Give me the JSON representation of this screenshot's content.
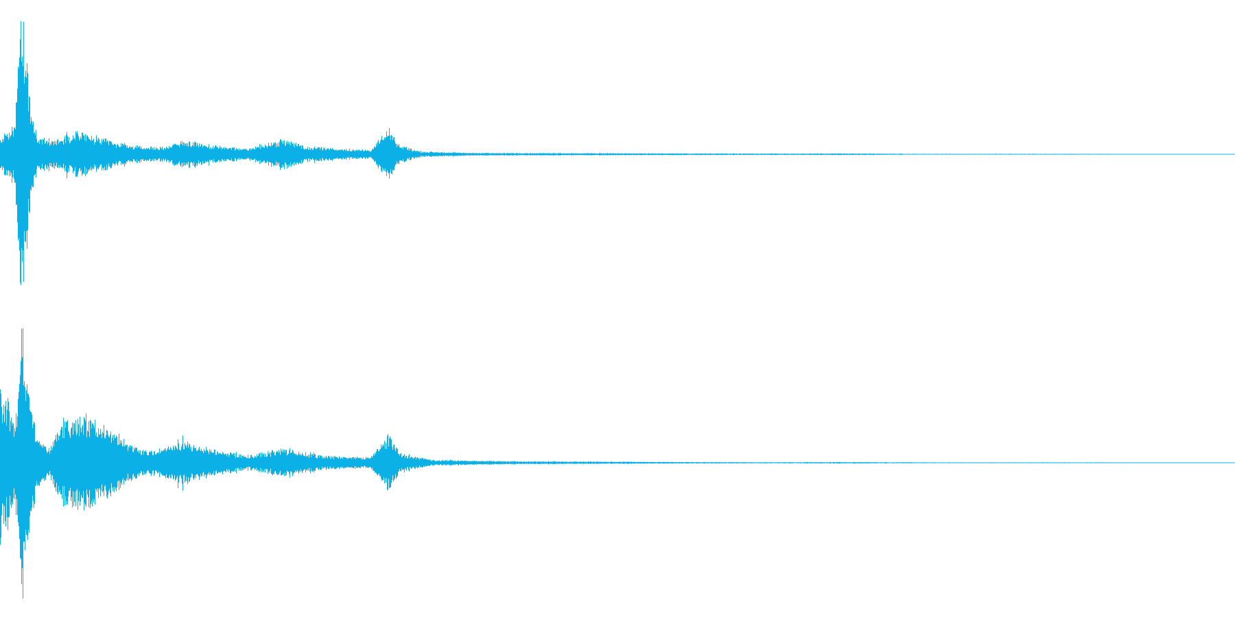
{
  "waveform": {
    "color": "#0ab0e6",
    "background": "#ffffff",
    "channel_count": 2,
    "channels": [
      {
        "name": "channel-1",
        "envelope": [
          {
            "t": 0.0,
            "a": 0.1
          },
          {
            "t": 0.005,
            "a": 0.16
          },
          {
            "t": 0.012,
            "a": 0.22
          },
          {
            "t": 0.016,
            "a": 1.0
          },
          {
            "t": 0.02,
            "a": 0.9
          },
          {
            "t": 0.024,
            "a": 0.4
          },
          {
            "t": 0.03,
            "a": 0.13
          },
          {
            "t": 0.045,
            "a": 0.1
          },
          {
            "t": 0.062,
            "a": 0.17
          },
          {
            "t": 0.08,
            "a": 0.12
          },
          {
            "t": 0.105,
            "a": 0.06
          },
          {
            "t": 0.13,
            "a": 0.05
          },
          {
            "t": 0.15,
            "a": 0.1
          },
          {
            "t": 0.175,
            "a": 0.06
          },
          {
            "t": 0.2,
            "a": 0.04
          },
          {
            "t": 0.23,
            "a": 0.11
          },
          {
            "t": 0.25,
            "a": 0.05
          },
          {
            "t": 0.28,
            "a": 0.04
          },
          {
            "t": 0.3,
            "a": 0.03
          },
          {
            "t": 0.314,
            "a": 0.19
          },
          {
            "t": 0.322,
            "a": 0.07
          },
          {
            "t": 0.34,
            "a": 0.02
          },
          {
            "t": 0.38,
            "a": 0.01
          },
          {
            "t": 0.47,
            "a": 0.008
          },
          {
            "t": 0.56,
            "a": 0.006
          },
          {
            "t": 0.64,
            "a": 0.005
          },
          {
            "t": 0.69,
            "a": 0.006
          },
          {
            "t": 0.74,
            "a": 0.003
          },
          {
            "t": 0.88,
            "a": 0.003
          },
          {
            "t": 1.0,
            "a": 0.001
          }
        ]
      },
      {
        "name": "channel-2",
        "envelope": [
          {
            "t": 0.0,
            "a": 0.55
          },
          {
            "t": 0.006,
            "a": 0.45
          },
          {
            "t": 0.012,
            "a": 0.25
          },
          {
            "t": 0.018,
            "a": 1.0
          },
          {
            "t": 0.022,
            "a": 0.55
          },
          {
            "t": 0.03,
            "a": 0.18
          },
          {
            "t": 0.04,
            "a": 0.1
          },
          {
            "t": 0.05,
            "a": 0.3
          },
          {
            "t": 0.066,
            "a": 0.36
          },
          {
            "t": 0.085,
            "a": 0.28
          },
          {
            "t": 0.105,
            "a": 0.14
          },
          {
            "t": 0.12,
            "a": 0.08
          },
          {
            "t": 0.15,
            "a": 0.15
          },
          {
            "t": 0.175,
            "a": 0.09
          },
          {
            "t": 0.2,
            "a": 0.05
          },
          {
            "t": 0.23,
            "a": 0.1
          },
          {
            "t": 0.26,
            "a": 0.05
          },
          {
            "t": 0.3,
            "a": 0.04
          },
          {
            "t": 0.314,
            "a": 0.2
          },
          {
            "t": 0.325,
            "a": 0.06
          },
          {
            "t": 0.35,
            "a": 0.02
          },
          {
            "t": 0.42,
            "a": 0.01
          },
          {
            "t": 0.5,
            "a": 0.008
          },
          {
            "t": 0.56,
            "a": 0.005
          },
          {
            "t": 0.63,
            "a": 0.004
          },
          {
            "t": 0.69,
            "a": 0.005
          },
          {
            "t": 0.76,
            "a": 0.003
          },
          {
            "t": 0.89,
            "a": 0.003
          },
          {
            "t": 1.0,
            "a": 0.001
          }
        ]
      }
    ]
  }
}
